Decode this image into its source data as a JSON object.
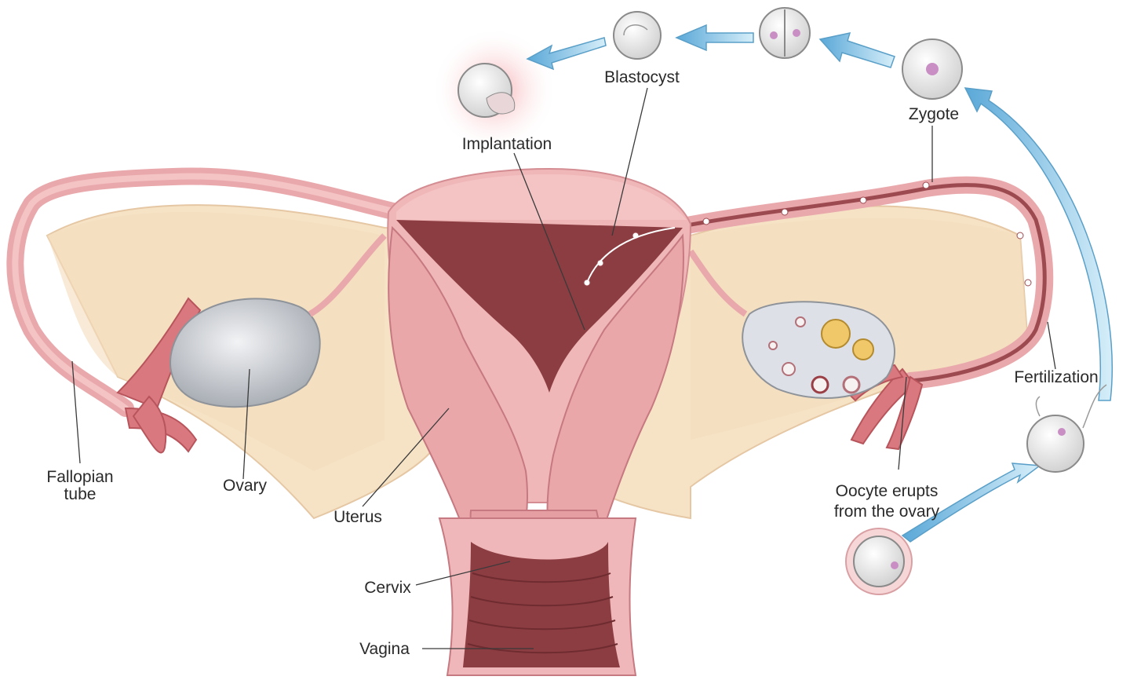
{
  "labels": {
    "fallopian_tube_line1": "Fallopian",
    "fallopian_tube_line2": "tube",
    "ovary": "Ovary",
    "uterus": "Uterus",
    "cervix": "Cervix",
    "vagina": "Vagina",
    "implantation": "Implantation",
    "blastocyst": "Blastocyst",
    "zygote": "Zygote",
    "fertilization": "Fertilization",
    "oocyte_line1": "Oocyte erupts",
    "oocyte_line2": "from the ovary"
  },
  "colors": {
    "tissue_pink": "#f0b7b8",
    "tissue_dark": "#d98a8f",
    "cavity": "#8c3d42",
    "ligament": "#f6e3c6",
    "ovary_grey": "#c9ccd2",
    "arrow_blue": "#8ccbe8",
    "cell_fill": "#eeeeee",
    "nucleus": "#c98fc4"
  }
}
